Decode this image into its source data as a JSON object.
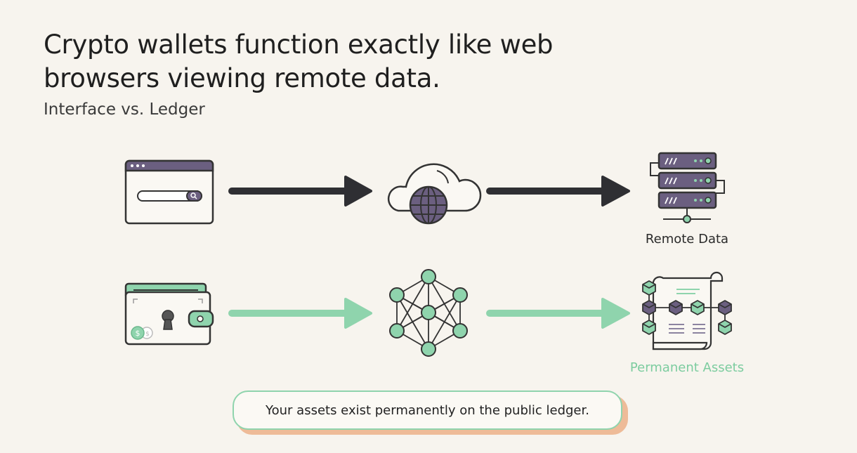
{
  "title": "Crypto wallets function exactly like web browsers viewing remote data.",
  "subtitle": "Interface vs. Ledger",
  "rows": {
    "web": {
      "icons": [
        "browser-window-icon",
        "cloud-globe-icon",
        "server-rack-icon"
      ],
      "end_label": "Remote Data",
      "arrow_color": "#2f2f33"
    },
    "crypto": {
      "icons": [
        "wallet-lock-icon",
        "network-nodes-icon",
        "ledger-blocks-icon"
      ],
      "end_label": "Permanent Assets",
      "arrow_color": "#8fd4ad"
    }
  },
  "callout": "Your assets exist permanently on the public ledger.",
  "colors": {
    "background": "#f7f4ee",
    "purple": "#6b5f80",
    "green": "#8fd4ad",
    "dark": "#2f2f33",
    "callout_shadow": "#eebb98"
  }
}
